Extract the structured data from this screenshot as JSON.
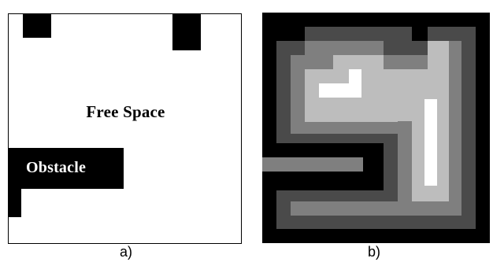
{
  "panel_a": {
    "free_space_label": "Free Space",
    "obstacle_label": "Obstacle",
    "caption": "a)"
  },
  "panel_b": {
    "caption": "b)",
    "colors": {
      "black": "#000000",
      "dark_gray": "#4a4a4a",
      "mid_gray": "#7f7f7f",
      "light_gray": "#bdbdbd",
      "white": "#ffffff"
    }
  }
}
